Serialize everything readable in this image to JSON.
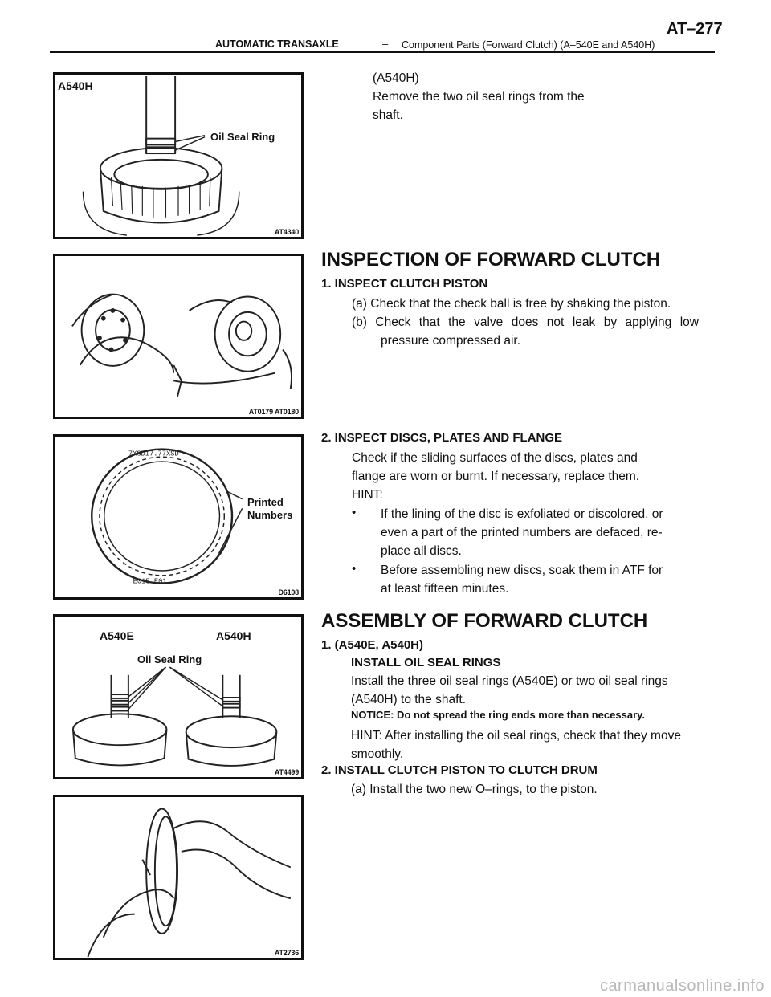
{
  "header": {
    "section": "AUTOMATIC TRANSAXLE",
    "separator": "–",
    "title": "Component Parts (Forward Clutch) (A–540E and A540H)",
    "page": "AT–277"
  },
  "figures": {
    "fig1": {
      "model_label": "A540H",
      "callout": "Oil Seal Ring",
      "code": "AT4340"
    },
    "fig2": {
      "code": "AT0179 AT0180"
    },
    "fig3": {
      "callout_line1": "Printed",
      "callout_line2": "Numbers",
      "code": "D6108"
    },
    "fig4": {
      "model_label_left": "A540E",
      "model_label_right": "A540H",
      "callout": "Oil Seal Ring",
      "code": "AT4499"
    },
    "fig5": {
      "code": "AT2736"
    }
  },
  "intro": {
    "line1": "(A540H)",
    "line2": "Remove the two oil seal rings from the",
    "line3": "shaft."
  },
  "inspection": {
    "heading": "INSPECTION OF FORWARD CLUTCH",
    "step1": {
      "title": "1. INSPECT CLUTCH PISTON",
      "a": "(a) Check that the check ball is free by shaking the piston.",
      "b1": "(b) Check that the valve does not leak by applying low",
      "b2": "pressure compressed air."
    },
    "step2": {
      "title": "2. INSPECT DISCS, PLATES AND FLANGE",
      "l1": "Check if the sliding surfaces of the discs, plates and",
      "l2": "flange are worn or burnt. If necessary, replace them.",
      "hint": "HINT:",
      "bullet": "•",
      "b1l1": "If the lining of the disc is exfoliated or discolored, or",
      "b1l2": "even a part of the printed numbers are defaced, re-",
      "b1l3": "place all discs.",
      "b2l1": "Before assembling new discs, soak them in ATF for",
      "b2l2": "at least fifteen minutes."
    }
  },
  "assembly": {
    "heading": "ASSEMBLY OF FORWARD CLUTCH",
    "step1": {
      "title": "1. (A540E, A540H)",
      "subtitle": "INSTALL OIL SEAL RINGS",
      "l1": "Install the three oil seal rings (A540E) or two oil seal rings",
      "l2": "(A540H) to the shaft.",
      "notice": "NOTICE: Do not spread the ring ends more than necessary.",
      "hint1": "HINT: After installing the oil seal rings, check that they move",
      "hint2": "smoothly."
    },
    "step2": {
      "title": "2. INSTALL CLUTCH PISTON TO CLUTCH DRUM",
      "a": "(a) Install the two new O–rings, to the piston."
    }
  },
  "watermark": "carmanualsonline.info"
}
